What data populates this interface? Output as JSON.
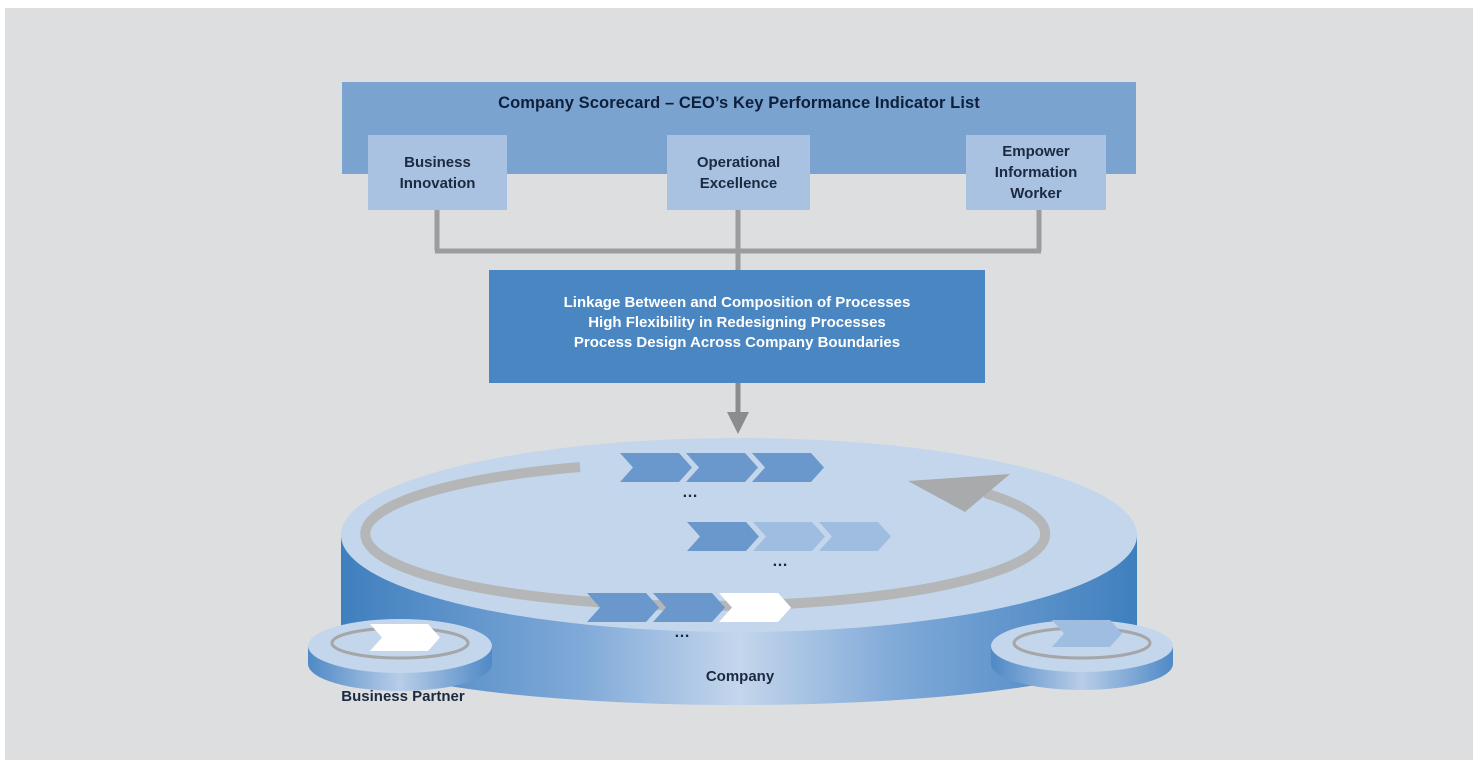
{
  "scorecard": {
    "title": "Company Scorecard – CEO’s Key Performance Indicator List",
    "kpis": [
      {
        "label": "Business\nInnovation"
      },
      {
        "label": "Operational\nExcellence"
      },
      {
        "label": "Empower\nInformation\nWorker"
      }
    ]
  },
  "process_box": {
    "lines": [
      "Linkage Between and Composition of Processes",
      "High Flexibility in Redesigning Processes",
      "Process Design Across Company Boundaries"
    ]
  },
  "platform": {
    "company_label": "Company",
    "partner_label": "Business Partner",
    "ellipsis": "…"
  },
  "colors": {
    "background": "#dcdee0",
    "scorecard_bar": "#7aa3d0",
    "kpi_box": "#a9c2e2",
    "process_box": "#4a87c2",
    "connector": "#9a9c9e",
    "disk_top": "#c4d6ec",
    "disk_side": "#5a93cd",
    "chevron_dark": "#6b98cc",
    "chevron_light": "#9fbde0",
    "chevron_white": "#ffffff"
  }
}
